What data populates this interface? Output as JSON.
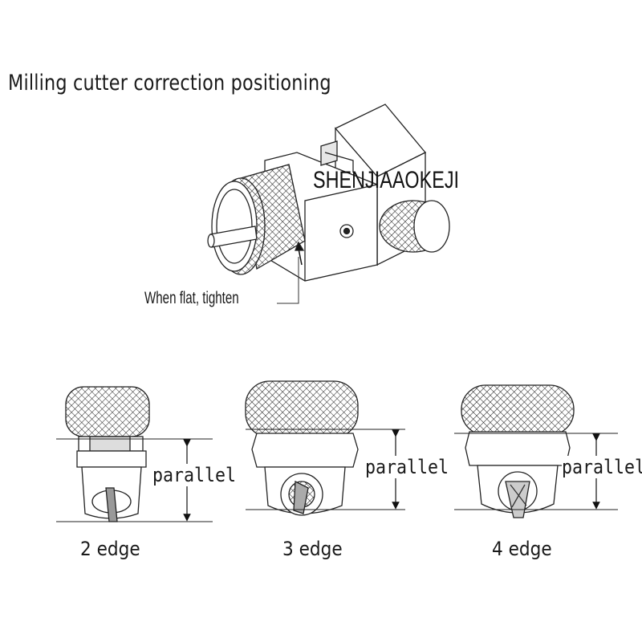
{
  "title": "Milling cutter correction positioning",
  "watermark": "SHENJIAAOKEJI",
  "callout": "When flat, tighten",
  "views": [
    {
      "parallel_label": "parallel",
      "edge_label": "2 edge"
    },
    {
      "parallel_label": "parallel",
      "edge_label": "3 edge"
    },
    {
      "parallel_label": "parallel",
      "edge_label": "4 edge"
    }
  ]
}
